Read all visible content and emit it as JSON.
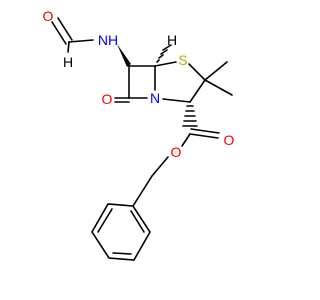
{
  "atoms": {
    "amide_nh": {
      "text": "NH",
      "color": "#0000ff"
    },
    "amide_h": {
      "text": "H",
      "color": "#000000"
    },
    "formyl_o": {
      "text": "O",
      "color": "#ff0000"
    },
    "ring_s": {
      "text": "S",
      "color": "#b3b300"
    },
    "ring_n": {
      "text": "N",
      "color": "#0000ff"
    },
    "lactam_o": {
      "text": "O",
      "color": "#ff0000"
    },
    "ester_o_carbonyl": {
      "text": "O",
      "color": "#ff0000"
    },
    "ester_o_single": {
      "text": "O",
      "color": "#ff0000"
    },
    "bridge_h": {
      "text": "H",
      "color": "#000000"
    }
  },
  "colors": {
    "bond": "#000000",
    "nitrogen": "#0000ff",
    "oxygen": "#ff0000",
    "sulfur": "#b3b300",
    "background": "#ffffff"
  }
}
